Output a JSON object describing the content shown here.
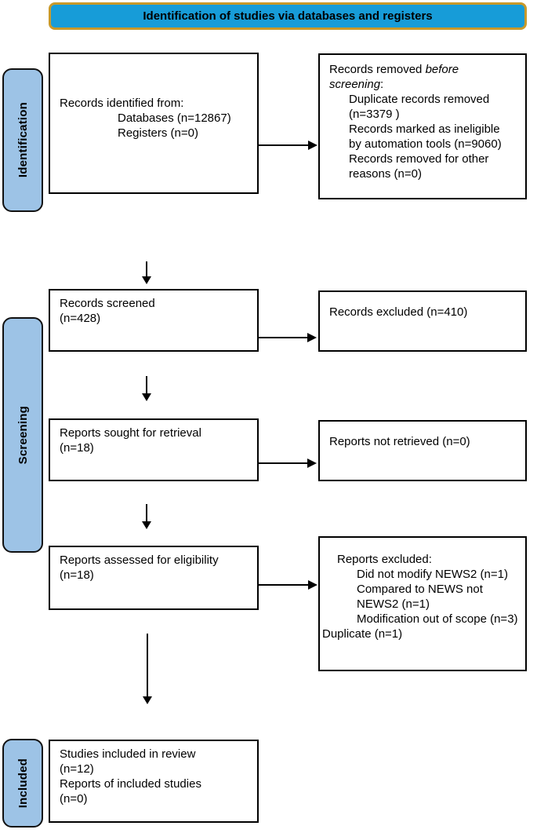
{
  "banner": {
    "label": "Identification of studies via databases and registers"
  },
  "colors": {
    "banner_fill": "#179CD8",
    "banner_border": "#C9992A",
    "stage_fill": "#9DC3E6"
  },
  "stages": {
    "identification": {
      "label": "Identification"
    },
    "screening": {
      "label": "Screening"
    },
    "included": {
      "label": "Included"
    }
  },
  "flow": {
    "records_identified": {
      "lines": [
        {
          "ind": "0",
          "text": "Records identified from:"
        },
        {
          "ind": "2",
          "text": "Databases (n=12867)"
        },
        {
          "ind": "2",
          "text": "Registers (n=0)"
        }
      ]
    },
    "records_removed": {
      "lines": [
        {
          "ind": "0",
          "seg": [
            {
              "t": "Records removed "
            },
            {
              "t": "before",
              "i": true
            }
          ]
        },
        {
          "ind": "0",
          "seg": [
            {
              "t": "screening",
              "i": true
            },
            {
              "t": ":"
            }
          ]
        },
        {
          "ind": "1",
          "text": "Duplicate records removed"
        },
        {
          "ind": "1",
          "text": "(n=3379 )"
        },
        {
          "ind": "1",
          "text": "Records marked as ineligible"
        },
        {
          "ind": "1",
          "text": "by automation tools (n=9060)"
        },
        {
          "ind": "1",
          "text": "Records removed for other"
        },
        {
          "ind": "1",
          "text": "reasons (n=0)"
        }
      ]
    },
    "records_screened": {
      "lines": [
        {
          "ind": "0",
          "text": "Records screened"
        },
        {
          "ind": "0",
          "text": "(n=428)"
        }
      ]
    },
    "records_excluded": {
      "lines": [
        {
          "ind": "0",
          "text": "Records excluded (n=410)"
        }
      ]
    },
    "reports_sought": {
      "lines": [
        {
          "ind": "0",
          "text": "Reports sought for retrieval"
        },
        {
          "ind": "0",
          "text": "(n=18)"
        }
      ]
    },
    "reports_not_retrieved": {
      "lines": [
        {
          "ind": "0",
          "text": "Reports not retrieved (n=0)"
        }
      ]
    },
    "reports_assessed": {
      "lines": [
        {
          "ind": "0",
          "text": "Reports assessed for eligibility"
        },
        {
          "ind": "0",
          "text": "(n=18)"
        }
      ]
    },
    "reports_excluded": {
      "lines": [
        {
          "ind": "h",
          "text": "Reports excluded:"
        },
        {
          "ind": "3",
          "text": "Did not modify NEWS2 (n=1)"
        },
        {
          "ind": "3",
          "text": "Compared to NEWS not"
        },
        {
          "ind": "3",
          "text": "NEWS2 (n=1)"
        },
        {
          "ind": "3",
          "text": "Modification out of scope (n=3)"
        },
        {
          "ind": "d",
          "text": "Duplicate (n=1)"
        }
      ]
    },
    "studies_included": {
      "lines": [
        {
          "ind": "0",
          "text": "Studies included in review"
        },
        {
          "ind": "0",
          "text": "(n=12)"
        },
        {
          "ind": "0",
          "text": "Reports of included studies"
        },
        {
          "ind": "0",
          "text": "(n=0)"
        }
      ]
    }
  },
  "connections": [
    {
      "from": "records_identified",
      "to": "records_removed"
    },
    {
      "from": "records_identified",
      "to": "records_screened"
    },
    {
      "from": "records_screened",
      "to": "records_excluded"
    },
    {
      "from": "records_screened",
      "to": "reports_sought"
    },
    {
      "from": "reports_sought",
      "to": "reports_not_retrieved"
    },
    {
      "from": "reports_sought",
      "to": "reports_assessed"
    },
    {
      "from": "reports_assessed",
      "to": "reports_excluded"
    },
    {
      "from": "reports_assessed",
      "to": "studies_included"
    }
  ]
}
